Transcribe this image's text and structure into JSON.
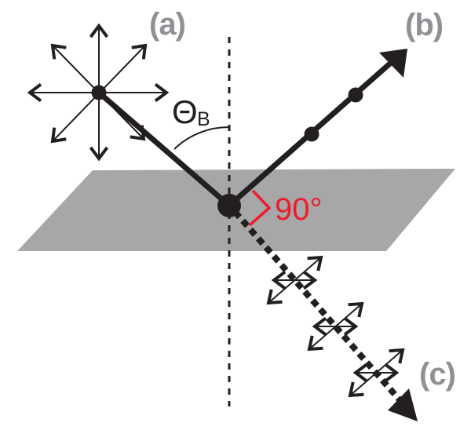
{
  "figure": {
    "panel_labels": {
      "a": "(a)",
      "b": "(b)",
      "c": "(c)"
    },
    "brewster_angle": {
      "symbol": "Θ",
      "subscript": "B"
    },
    "right_angle_label": "90°"
  },
  "colors": {
    "ink": "#231f20",
    "surface": "#a7a7a7",
    "label-gray": "#8f9194",
    "accent-red": "#ec1c2d"
  },
  "icons": {
    "unpolarized-light-star-icon": "eight-direction double-headed arrows with center dot",
    "surface-normal-icon": "vertical dashed line",
    "perpendicular-polarization-icon": "filled circle on ray",
    "in-plane-polarization-icon": "crossed double-headed arrows on dotted ray",
    "right-angle-marker-icon": "red chevron between reflected and refracted rays",
    "arrowhead-icon": "filled triangle"
  }
}
